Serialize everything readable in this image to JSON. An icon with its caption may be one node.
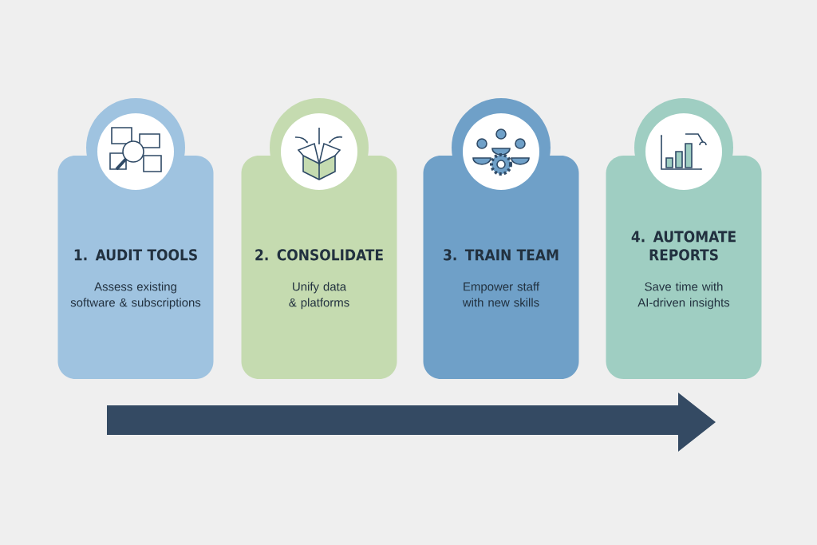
{
  "diagram": {
    "nodes": [
      {
        "text": [
          "1. AUDIT TOOLS",
          "Assess existing software & subscriptions"
        ]
      },
      {
        "text": [
          "2. CONSOLIDATE",
          "Unify data & platforms"
        ]
      },
      {
        "text": [
          "3. TRAIN TEAM",
          "Empower staff with new skills"
        ]
      },
      {
        "text": [
          "4. AUTOMATE REPORTS",
          "Save time with AI-driven insights"
        ]
      }
    ]
  }
}
